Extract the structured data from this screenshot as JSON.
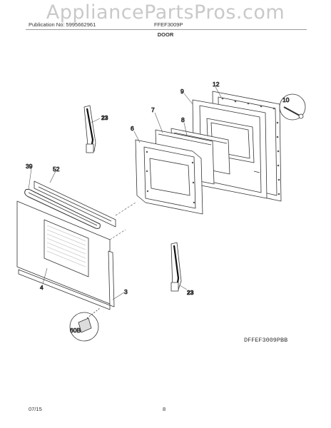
{
  "watermark": "AppliancePartsPros.com",
  "header": {
    "publication": "Publication No: 5995662961",
    "model": "FFEF3009P",
    "section_title": "DOOR"
  },
  "callouts": {
    "c3": "3",
    "c4": "4",
    "c6": "6",
    "c7": "7",
    "c8": "8",
    "c9": "9",
    "c10": "10",
    "c12": "12",
    "c23a": "23",
    "c23b": "23",
    "c39": "39",
    "c52": "52",
    "c60b": "60B"
  },
  "diagram_code": "DFFEF3009PBB",
  "footer": {
    "date": "07/15",
    "page": "8"
  }
}
